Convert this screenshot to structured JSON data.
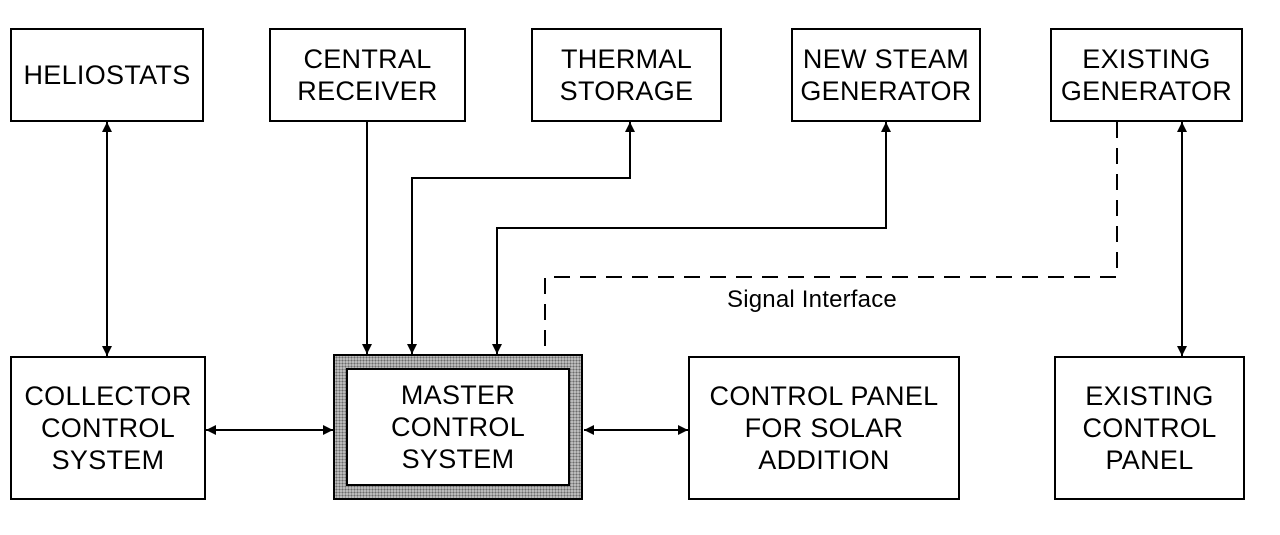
{
  "blocks": {
    "heliostats": [
      "HELIOSTATS"
    ],
    "central_receiver": [
      "CENTRAL",
      "RECEIVER"
    ],
    "thermal_storage": [
      "THERMAL",
      "STORAGE"
    ],
    "new_steam_generator": [
      "NEW STEAM",
      "GENERATOR"
    ],
    "existing_generator": [
      "EXISTING",
      "GENERATOR"
    ],
    "collector_control_system": [
      "COLLECTOR",
      "CONTROL",
      "SYSTEM"
    ],
    "master_control_system": [
      "MASTER",
      "CONTROL",
      "SYSTEM"
    ],
    "control_panel_solar": [
      "CONTROL PANEL",
      "FOR SOLAR",
      "ADDITION"
    ],
    "existing_control_panel": [
      "EXISTING",
      "CONTROL",
      "PANEL"
    ]
  },
  "signal_interface_label": "Signal Interface",
  "connections": [
    {
      "from": "heliostats",
      "to": "collector_control_system",
      "direction": "both",
      "style": "solid"
    },
    {
      "from": "central_receiver",
      "to": "master_control_system",
      "direction": "to",
      "style": "solid"
    },
    {
      "from": "master_control_system",
      "to": "thermal_storage",
      "direction": "both",
      "style": "solid"
    },
    {
      "from": "master_control_system",
      "to": "new_steam_generator",
      "direction": "both",
      "style": "solid"
    },
    {
      "from": "existing_generator",
      "to": "master_control_system",
      "direction": "none",
      "style": "dashed"
    },
    {
      "from": "existing_generator",
      "to": "existing_control_panel",
      "direction": "both",
      "style": "solid"
    },
    {
      "from": "collector_control_system",
      "to": "master_control_system",
      "direction": "both",
      "style": "solid"
    },
    {
      "from": "master_control_system",
      "to": "control_panel_solar",
      "direction": "both",
      "style": "solid"
    }
  ]
}
